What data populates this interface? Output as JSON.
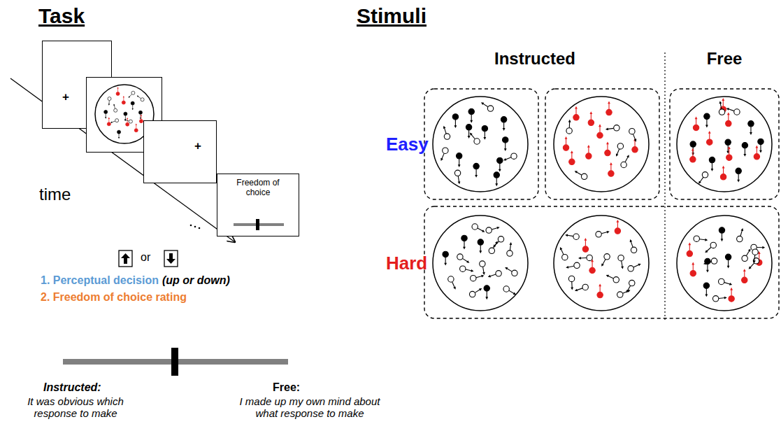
{
  "diagram": {
    "nodes": [
      {
        "text": [
          "+"
        ]
      },
      {
        "text": [
          "+"
        ]
      },
      {
        "text": [
          "Freedom of choice"
        ]
      }
    ],
    "labels": [
      "Task",
      "Stimuli",
      "time",
      "or",
      "1. Perceptual decision",
      "(up or down)",
      "2. Freedom of choice rating",
      "Instructed:",
      "It was obvious which response to make",
      "Free:",
      "I made up my own mind about what response to make",
      "Instructed",
      "Free",
      "Easy",
      "Hard"
    ]
  }
}
